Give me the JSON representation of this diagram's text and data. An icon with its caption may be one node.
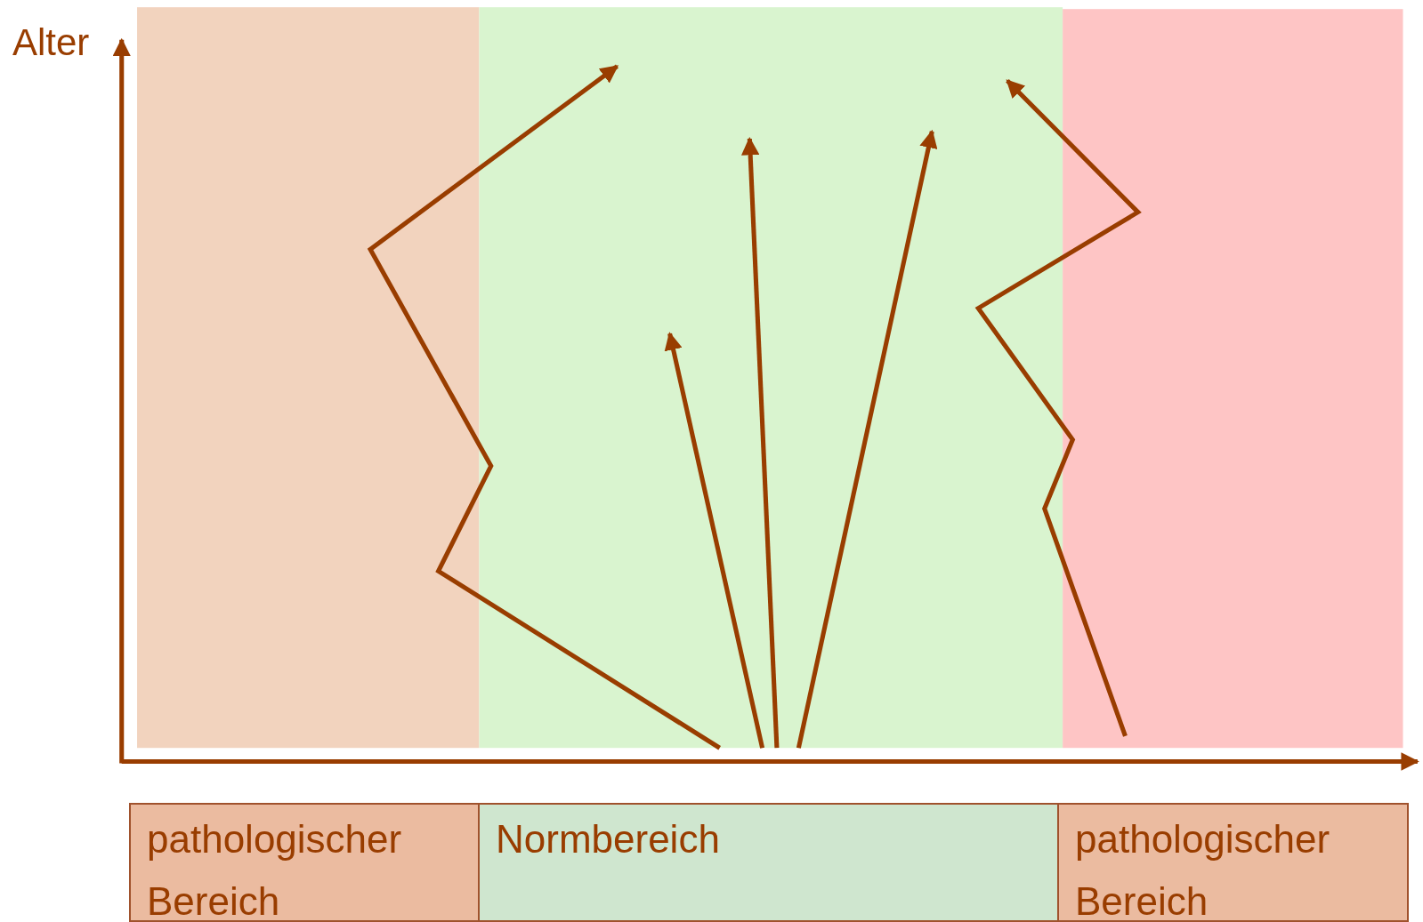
{
  "diagram": {
    "nodes": [
      {
        "text": [
          "pathologischer Bereich"
        ]
      },
      {
        "text": [
          "Normbereich"
        ]
      },
      {
        "text": [
          "pathologischer Bereich"
        ]
      }
    ],
    "labels": [
      "Alter"
    ]
  }
}
